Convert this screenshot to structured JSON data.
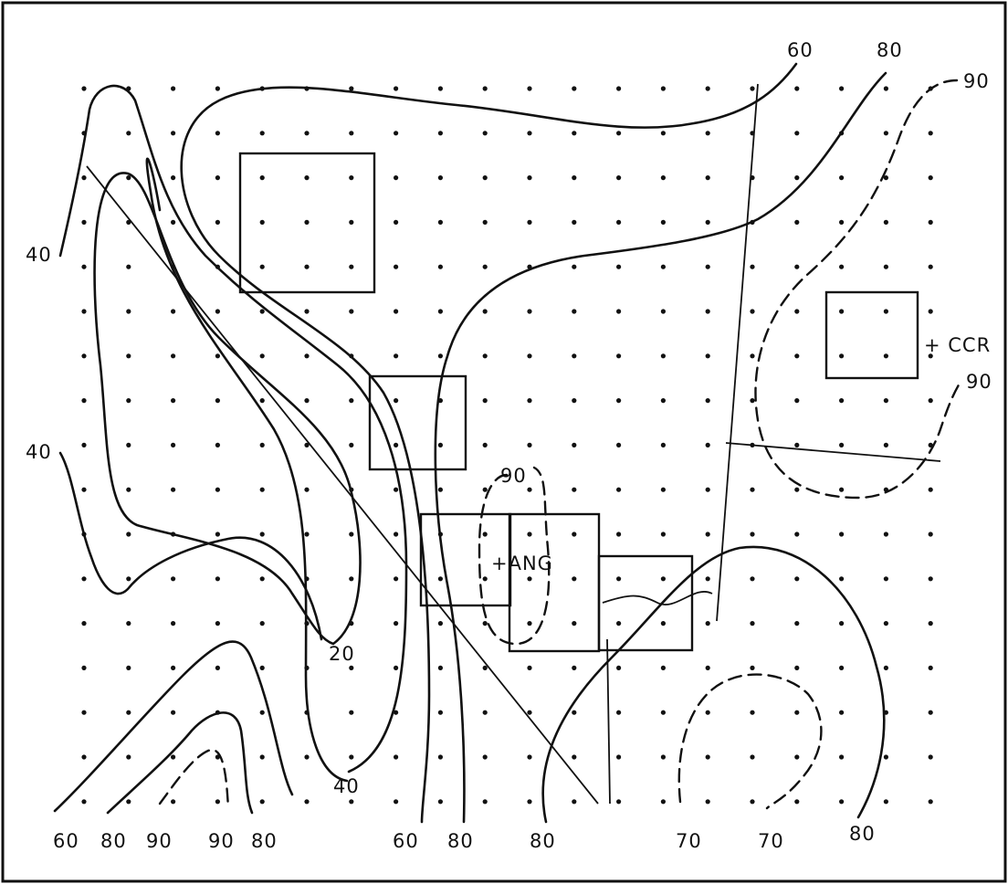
{
  "contour_labels": {
    "top_60": "60",
    "top_80": "80",
    "top_90": "90",
    "left_40_upper": "40",
    "left_40_lower": "40",
    "right_90": "90",
    "center_90": "90",
    "inner_20": "20",
    "inner_40": "40",
    "bottom_60_a": "60",
    "bottom_80_a": "80",
    "bottom_90_a": "90",
    "bottom_90_b": "90",
    "bottom_80_b": "80",
    "bottom_60_b": "60",
    "bottom_80_c": "80",
    "bottom_80_d": "80",
    "bottom_70_a": "70",
    "bottom_70_b": "70",
    "bottom_80_e": "80"
  },
  "sites": {
    "ccr": "+ CCR",
    "ang": "+ANG"
  }
}
